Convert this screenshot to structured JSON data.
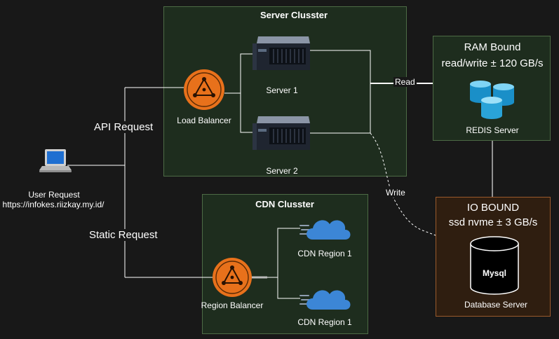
{
  "clusters": {
    "server": {
      "title": "Server Clusster"
    },
    "cdn": {
      "title": "CDN Clusster"
    },
    "ram": {
      "line1": "RAM Bound",
      "line2": "read/write ± 120 GB/s"
    },
    "io": {
      "line1": "IO BOUND",
      "line2": "ssd nvme ± 3 GB/s"
    }
  },
  "nodes": {
    "user": {
      "line1": "User Request",
      "line2": "https://infokes.riizkay.my.id/",
      "icon": "laptop-icon"
    },
    "load_balancer": {
      "label": "Load Balancer",
      "icon": "load-balancer-icon"
    },
    "server1": {
      "label": "Server 1",
      "icon": "server-icon"
    },
    "server2": {
      "label": "Server 2",
      "icon": "server-icon"
    },
    "redis": {
      "label": "REDIS Server",
      "icon": "redis-icon"
    },
    "region_balancer": {
      "label": "Region Balancer",
      "icon": "load-balancer-icon"
    },
    "cdn1": {
      "label": "CDN Region 1",
      "icon": "cloud-icon"
    },
    "cdn2": {
      "label": "CDN Region 1",
      "icon": "cloud-icon"
    },
    "mysql": {
      "label": "Mysql",
      "icon": "database-icon"
    },
    "db_server": {
      "label": "Database Server"
    }
  },
  "edges": {
    "api": "API Request",
    "static": "Static Request",
    "read": "Read",
    "write": "Write"
  },
  "colors": {
    "background": "#181818",
    "cluster_fill": "#1e2d1e",
    "cluster_border": "#4d6b45",
    "io_fill": "#2f1e10",
    "io_border": "#9b5a2c",
    "balancer_orange": "#e8711b",
    "cloud_blue": "#3c86d6",
    "redis_blue": "#2aa3d8",
    "line": "#ffffff"
  }
}
